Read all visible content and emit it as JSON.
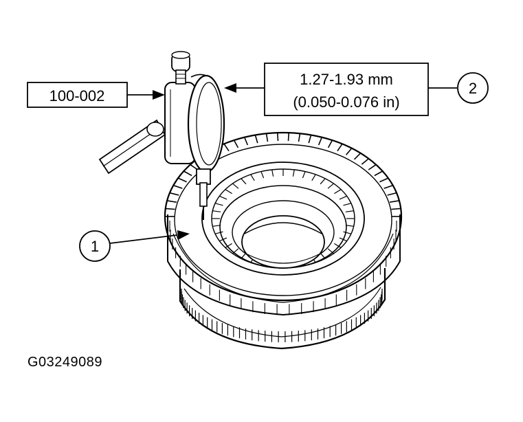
{
  "figure": {
    "tool_label": "100-002",
    "spec_metric": "1.27-1.93 mm",
    "spec_imperial": "(0.050-0.076 in)",
    "callout_1": "1",
    "callout_2": "2",
    "figure_id": "G03249089"
  },
  "colors": {
    "ink": "#000000",
    "paper": "#ffffff"
  }
}
